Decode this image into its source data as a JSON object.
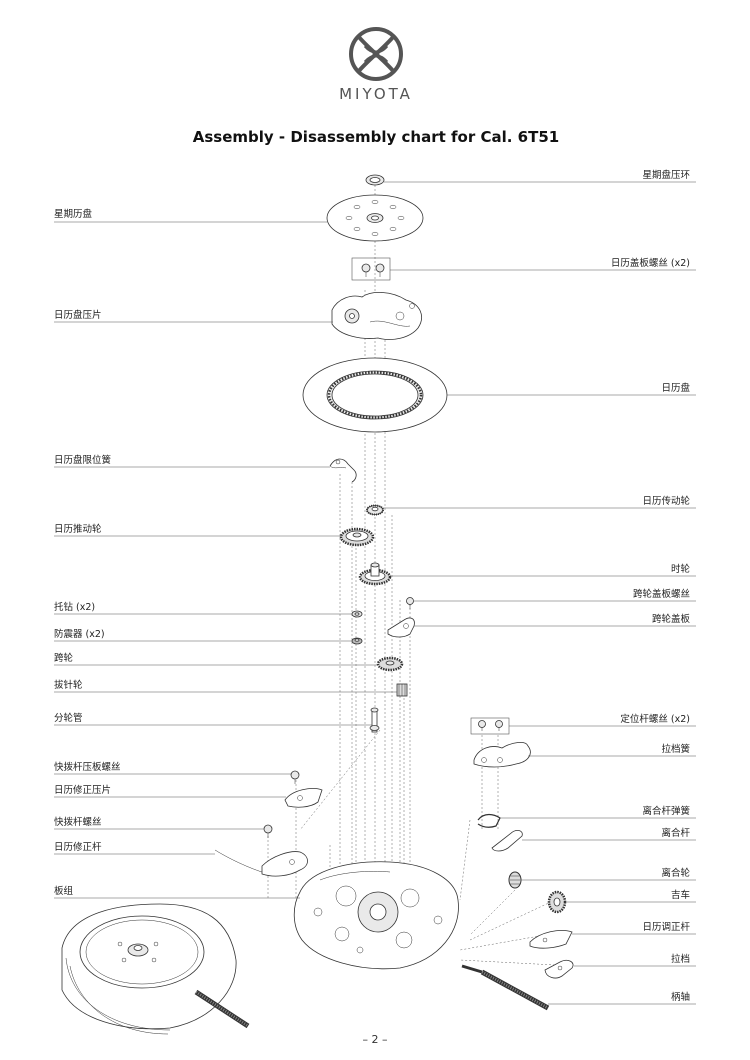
{
  "brand": {
    "name": "MIYOTA",
    "logo": "miyota-logo"
  },
  "title": "Assembly - Disassembly chart for Cal. 6T51",
  "page_number": "– 2 –",
  "colors": {
    "ink": "#222222",
    "leader": "#555555",
    "background": "#ffffff"
  },
  "labels": {
    "left": [
      "星期历盘",
      "日历盘压片",
      "日历盘限位簧",
      "日历推动轮",
      "托钻 (x2)",
      "防震器 (x2)",
      "跨轮",
      "拔针轮",
      "分轮管",
      "快拨杆压板螺丝",
      "日历修正压片",
      "快拨杆螺丝",
      "日历修正杆",
      "板组"
    ],
    "right": [
      "星期盘压环",
      "日历盖板螺丝 (x2)",
      "日历盘",
      "日历传动轮",
      "时轮",
      "跨轮盖板螺丝",
      "跨轮盖板",
      "定位杆螺丝 (x2)",
      "拉档簧",
      "离合杆弹簧",
      "离合杆",
      "离合轮",
      "吉车",
      "日历调正杆",
      "拉档",
      "柄轴"
    ]
  }
}
